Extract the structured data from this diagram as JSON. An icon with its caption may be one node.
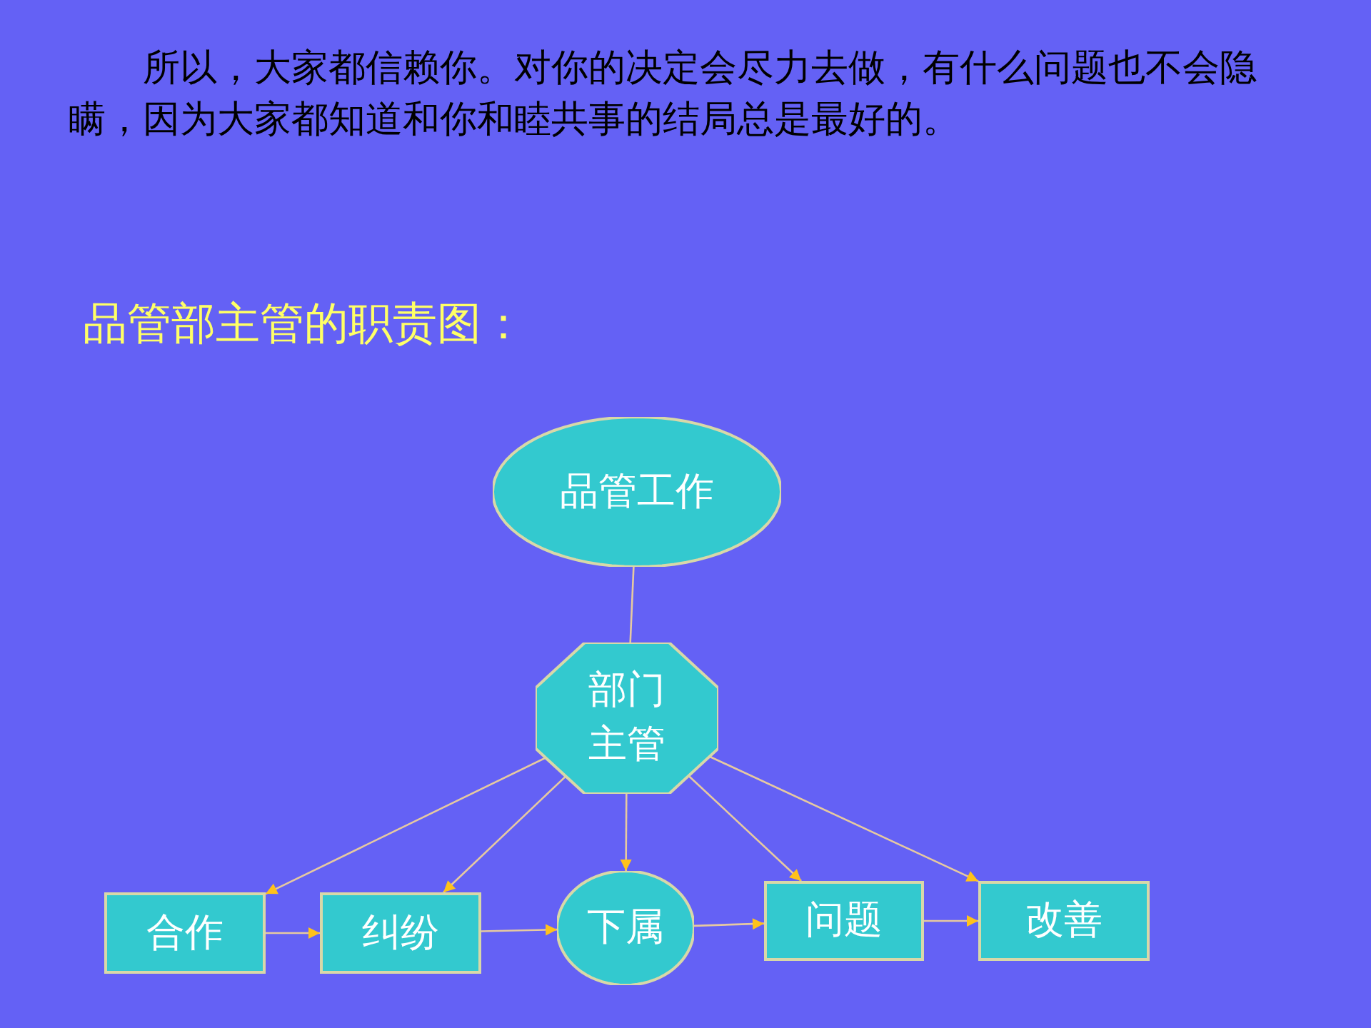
{
  "diagram": {
    "title": "品管部主管的职责图：",
    "nodes": [
      {
        "text": [
          "品管工作"
        ]
      },
      {
        "text": [
          "部门主管"
        ]
      },
      {
        "text": [
          "合作"
        ]
      },
      {
        "text": [
          "纠纷"
        ]
      },
      {
        "text": [
          "下属"
        ]
      },
      {
        "text": [
          "问题"
        ]
      },
      {
        "text": [
          "改善"
        ]
      }
    ],
    "edges": [
      {
        "from": 0,
        "to": 1,
        "arrow": "none"
      },
      {
        "from": 1,
        "to": 2,
        "arrow": "to"
      },
      {
        "from": 1,
        "to": 3,
        "arrow": "to"
      },
      {
        "from": 1,
        "to": 4,
        "arrow": "to"
      },
      {
        "from": 1,
        "to": 5,
        "arrow": "to"
      },
      {
        "from": 1,
        "to": 6,
        "arrow": "to"
      },
      {
        "from": 2,
        "to": 3,
        "arrow": "to"
      },
      {
        "from": 3,
        "to": 4,
        "arrow": "to"
      },
      {
        "from": 4,
        "to": 5,
        "arrow": "to"
      },
      {
        "from": 5,
        "to": 6,
        "arrow": "to"
      }
    ],
    "labels": [
      "所以，大家都信赖你。对你的决定会尽力去做，有什么问题也不会隐瞒，因为大家都知道和你和睦共事的结局总是最好的。"
    ]
  }
}
